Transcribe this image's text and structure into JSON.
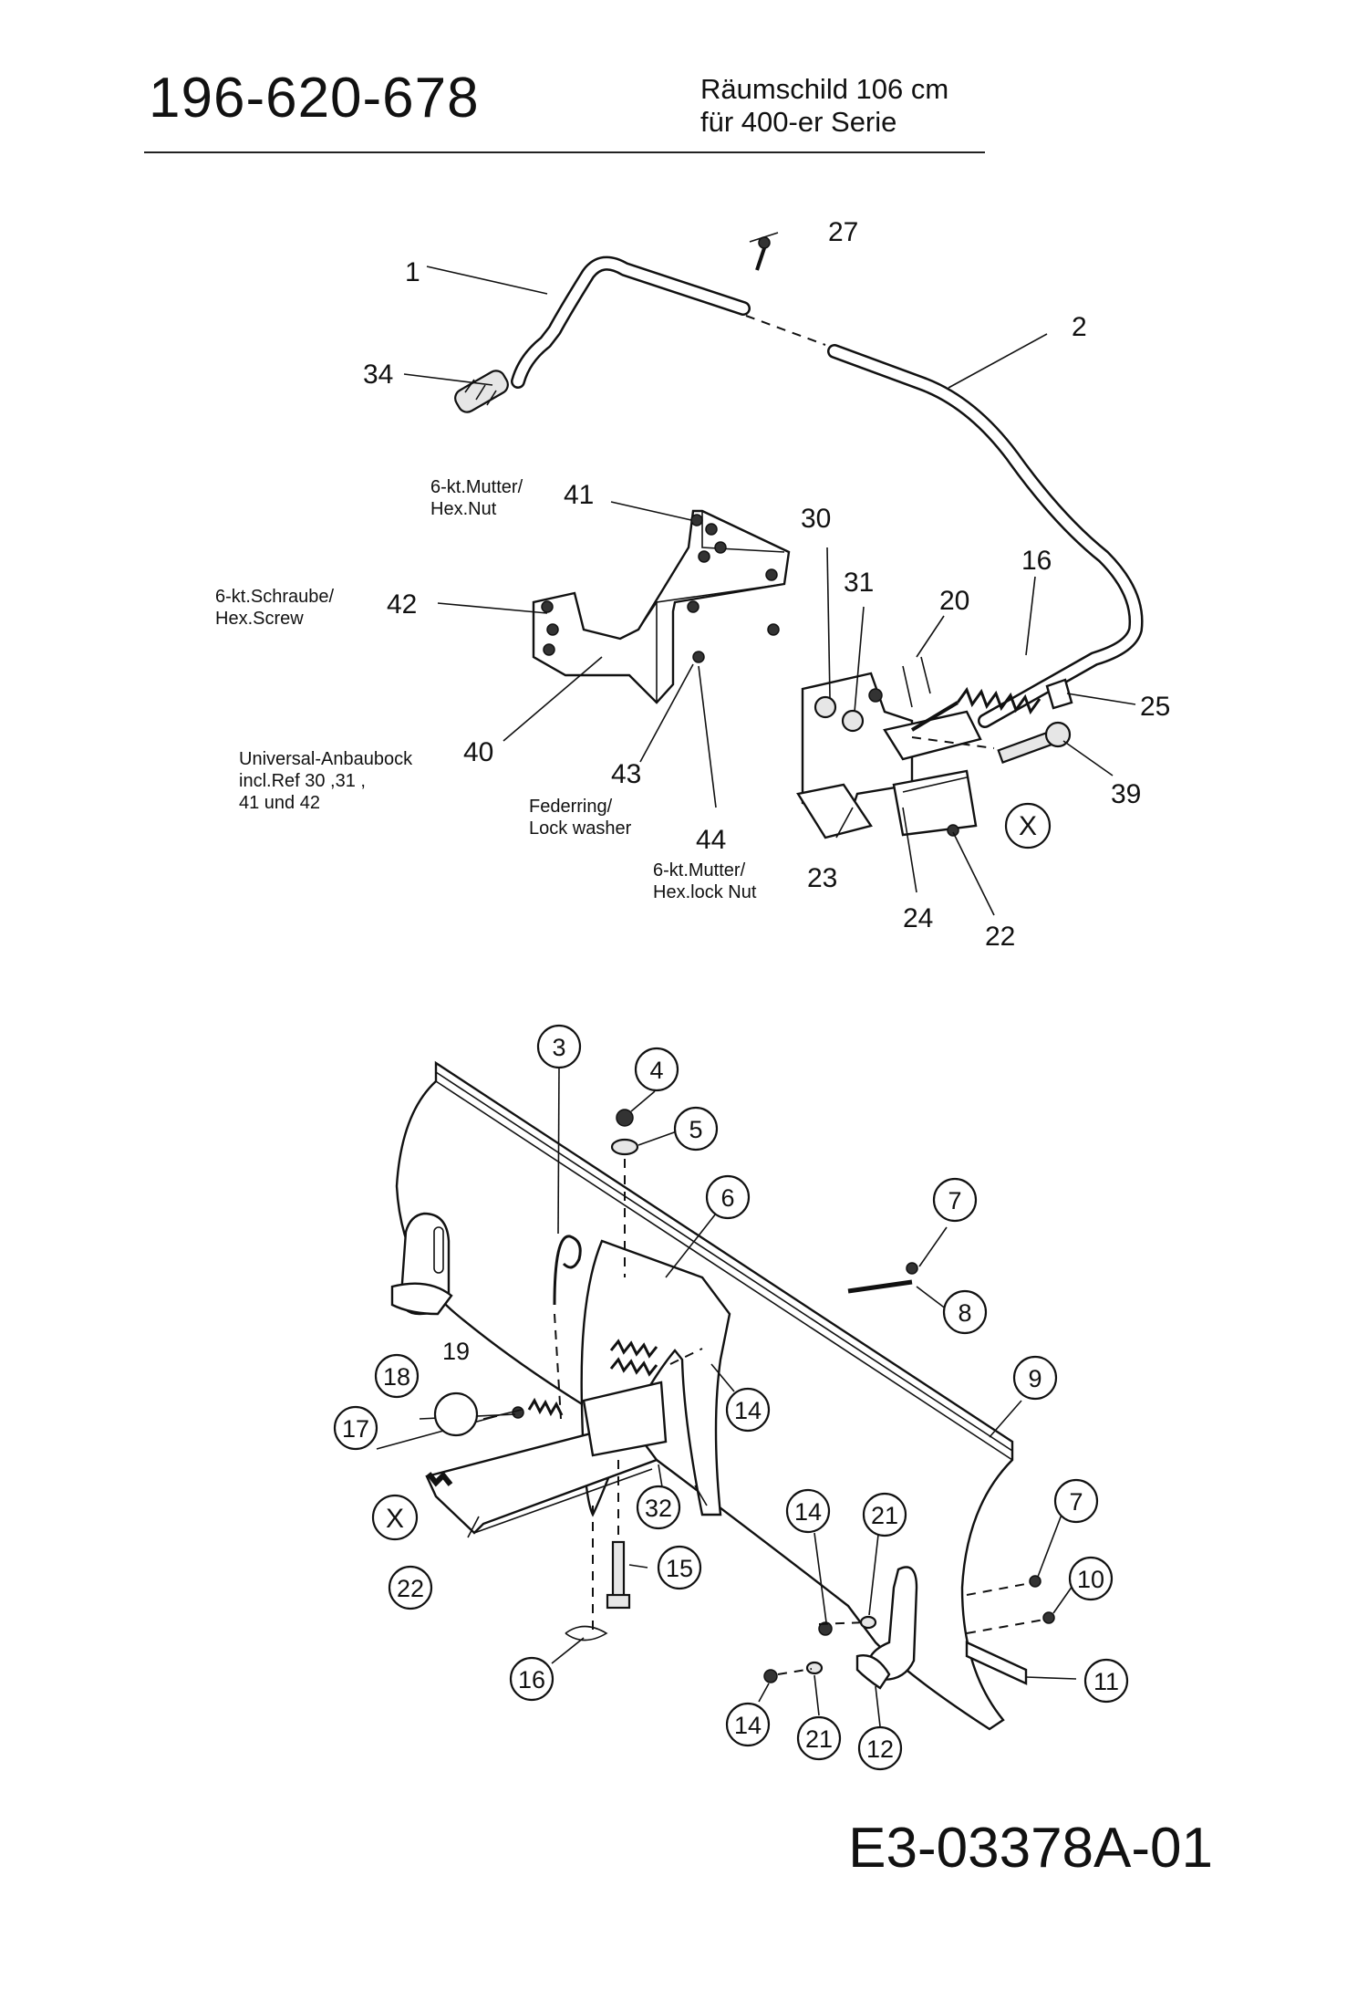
{
  "header": {
    "part_number": "196-620-678",
    "subtitle_line1": "Räumschild  106 cm",
    "subtitle_line2": "für 400-er  Serie"
  },
  "footer": {
    "diagram_code": "E3-03378A-01"
  },
  "upper_callouts": {
    "c1": "1",
    "c2": "2",
    "c16": "16",
    "c20": "20",
    "c22": "22",
    "c23": "23",
    "c24": "24",
    "c25": "25",
    "c27": "27",
    "c30": "30",
    "c31": "31",
    "c34": "34",
    "c39": "39",
    "c40": "40",
    "c41": "41",
    "c42": "42",
    "c43": "43",
    "c44": "44",
    "x": "X"
  },
  "notes": {
    "n41_line1": "6-kt.Mutter/",
    "n41_line2": "Hex.Nut",
    "n42_line1": "6-kt.Schraube/",
    "n42_line2": "Hex.Screw",
    "n40_line1": "Universal-Anbaubock",
    "n40_line2": "incl.Ref 30 ,31 ,",
    "n40_line3": "41 und 42",
    "n43_line1": "Federring/",
    "n43_line2": "Lock washer",
    "n44_line1": "6-kt.Mutter/",
    "n44_line2": "Hex.lock Nut"
  },
  "lower_callouts": {
    "c3": "3",
    "c4": "4",
    "c5": "5",
    "c6": "6",
    "c7a": "7",
    "c8": "8",
    "c9": "9",
    "c14a": "14",
    "c17": "17",
    "c18": "18",
    "c19": "19",
    "x": "X",
    "c22": "22",
    "c32": "32",
    "c15": "15",
    "c16": "16",
    "c14b": "14",
    "c21a": "21",
    "c7b": "7",
    "c10": "10",
    "c11": "11",
    "c14c": "14",
    "c21b": "21",
    "c12": "12"
  }
}
